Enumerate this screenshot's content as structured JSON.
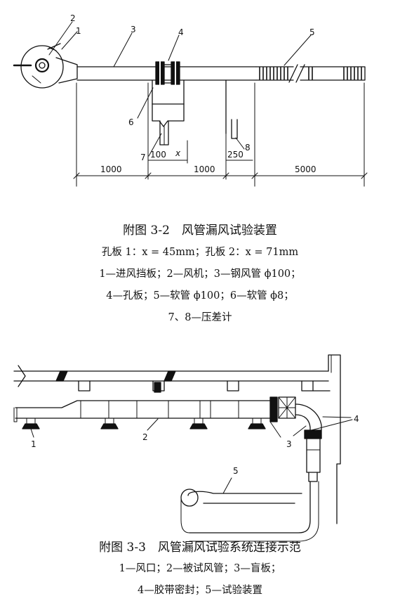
{
  "fig1": {
    "labels": {
      "l1": "1",
      "l2": "2",
      "l3": "3",
      "l4": "4",
      "l5": "5",
      "l6": "6",
      "l7": "7",
      "l8": "8"
    },
    "dims": {
      "d100": "100",
      "dx": "x",
      "d250": "250",
      "d1000a": "1000",
      "d1000b": "1000",
      "d5000": "5000"
    },
    "caption": {
      "title": "附图 3-2　风管漏风试验装置",
      "line1": "孔板 1：x = 45mm；孔板 2：x = 71mm",
      "line2": "1—进风挡板；2—风机；3—钢风管 ϕ100；",
      "line3": "4—孔板；5—软管 ϕ100；6—软管 ϕ8；",
      "line4": "7、8—压差计"
    }
  },
  "fig2": {
    "labels": {
      "l1": "1",
      "l2": "2",
      "l3": "3",
      "l4": "4",
      "l5": "5"
    },
    "caption": {
      "title": "附图 3-3　风管漏风试验系统连接示范",
      "line1": "1—风口；2—被试风管；3—盲板；",
      "line2": "4—胶带密封；5—试验装置"
    }
  }
}
